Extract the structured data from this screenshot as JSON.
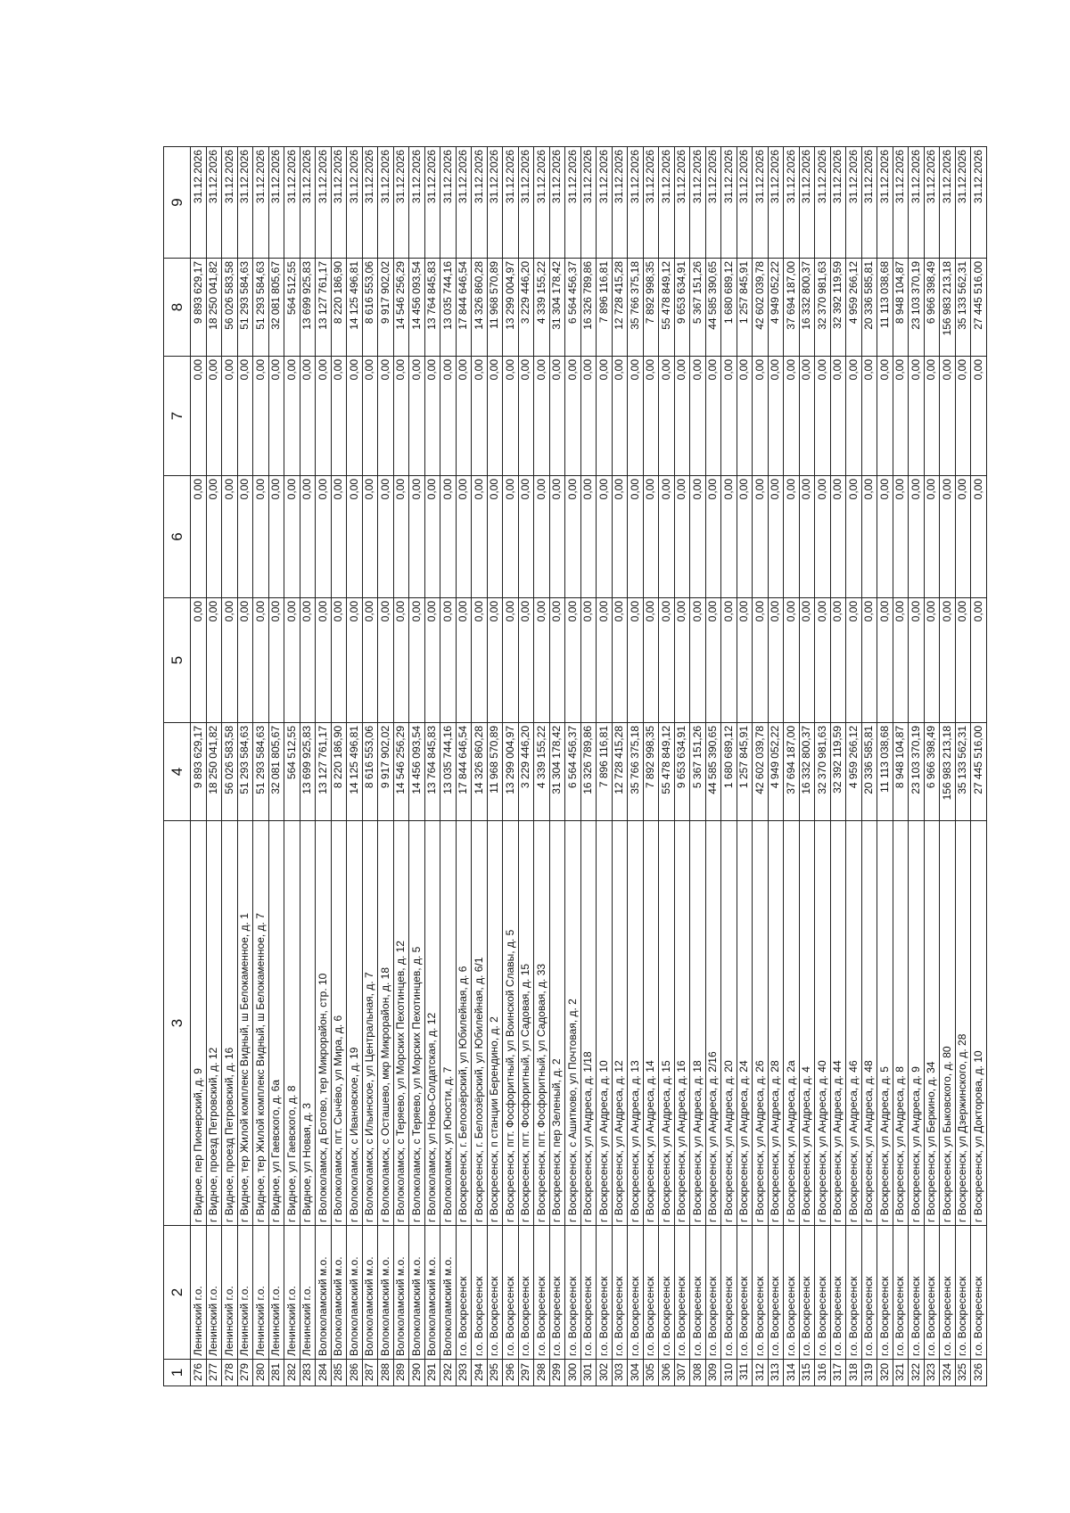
{
  "headers": [
    "1",
    "2",
    "3",
    "4",
    "5",
    "6",
    "7",
    "8",
    "9"
  ],
  "rows": [
    [
      "276",
      "Ленинский г.о.",
      "г Видное, пер Пионерский, д. 9",
      "9 893 629,17",
      "0,00",
      "0,00",
      "0,00",
      "9 893 629,17",
      "31.12.2026"
    ],
    [
      "277",
      "Ленинский г.о.",
      "г Видное, проезд Петровский, д. 12",
      "18 250 041,82",
      "0,00",
      "0,00",
      "0,00",
      "18 250 041,82",
      "31.12.2026"
    ],
    [
      "278",
      "Ленинский г.о.",
      "г Видное, проезд Петровский, д. 16",
      "56 026 583,58",
      "0,00",
      "0,00",
      "0,00",
      "56 026 583,58",
      "31.12.2026"
    ],
    [
      "279",
      "Ленинский г.о.",
      "г Видное, тер Жилой комплекс Видный, ш Белокаменное, д. 1",
      "51 293 584,63",
      "0,00",
      "0,00",
      "0,00",
      "51 293 584,63",
      "31.12.2026"
    ],
    [
      "280",
      "Ленинский г.о.",
      "г Видное, тер Жилой комплекс Видный, ш Белокаменное, д. 7",
      "51 293 584,63",
      "0,00",
      "0,00",
      "0,00",
      "51 293 584,63",
      "31.12.2026"
    ],
    [
      "281",
      "Ленинский г.о.",
      "г Видное, ул Гаевского, д. 6а",
      "32 081 805,67",
      "0,00",
      "0,00",
      "0,00",
      "32 081 805,67",
      "31.12.2026"
    ],
    [
      "282",
      "Ленинский г.о.",
      "г Видное, ул Гаевского, д. 8",
      "564 512,55",
      "0,00",
      "0,00",
      "0,00",
      "564 512,55",
      "31.12.2026"
    ],
    [
      "283",
      "Ленинский г.о.",
      "г Видное, ул Новая, д. 3",
      "13 699 925,83",
      "0,00",
      "0,00",
      "0,00",
      "13 699 925,83",
      "31.12.2026"
    ],
    [
      "284",
      "Волоколамский м.о.",
      "г Волоколамск, д Ботово, тер Микрорайон, стр. 10",
      "13 127 761,17",
      "0,00",
      "0,00",
      "0,00",
      "13 127 761,17",
      "31.12.2026"
    ],
    [
      "285",
      "Волоколамский м.о.",
      "г Волоколамск, пгт. Сычёво, ул Мира, д. 6",
      "8 220 186,90",
      "0,00",
      "0,00",
      "0,00",
      "8 220 186,90",
      "31.12.2026"
    ],
    [
      "286",
      "Волоколамский м.о.",
      "г Волоколамск, с Ивановское, д. 19",
      "14 125 496,81",
      "0,00",
      "0,00",
      "0,00",
      "14 125 496,81",
      "31.12.2026"
    ],
    [
      "287",
      "Волоколамский м.о.",
      "г Волоколамск, с Ильинское, ул Центральная, д. 7",
      "8 616 553,06",
      "0,00",
      "0,00",
      "0,00",
      "8 616 553,06",
      "31.12.2026"
    ],
    [
      "288",
      "Волоколамский м.о.",
      "г Волоколамск, с Осташево, мкр Микрорайон, д. 18",
      "9 917 902,02",
      "0,00",
      "0,00",
      "0,00",
      "9 917 902,02",
      "31.12.2026"
    ],
    [
      "289",
      "Волоколамский м.о.",
      "г Волоколамск, с Теряево, ул Морских Пехотинцев, д. 12",
      "14 546 256,29",
      "0,00",
      "0,00",
      "0,00",
      "14 546 256,29",
      "31.12.2026"
    ],
    [
      "290",
      "Волоколамский м.о.",
      "г Волоколамск, с Теряево, ул Морских Пехотинцев, д. 5",
      "14 456 093,54",
      "0,00",
      "0,00",
      "0,00",
      "14 456 093,54",
      "31.12.2026"
    ],
    [
      "291",
      "Волоколамский м.о.",
      "г Волоколамск, ул Ново-Солдатская, д. 12",
      "13 764 845,83",
      "0,00",
      "0,00",
      "0,00",
      "13 764 845,83",
      "31.12.2026"
    ],
    [
      "292",
      "Волоколамский м.о.",
      "г Волоколамск, ул Юности, д. 7",
      "13 035 744,16",
      "0,00",
      "0,00",
      "0,00",
      "13 035 744,16",
      "31.12.2026"
    ],
    [
      "293",
      "г.о. Воскресенск",
      "г Воскресенск, г. Белоозёрский, ул Юбилейная, д. 6",
      "17 844 646,54",
      "0,00",
      "0,00",
      "0,00",
      "17 844 646,54",
      "31.12.2026"
    ],
    [
      "294",
      "г.о. Воскресенск",
      "г Воскресенск, г. Белоозёрский, ул Юбилейная, д. 6/1",
      "14 326 860,28",
      "0,00",
      "0,00",
      "0,00",
      "14 326 860,28",
      "31.12.2026"
    ],
    [
      "295",
      "г.о. Воскресенск",
      "г Воскресенск, п станции Берендино, д. 2",
      "11 968 570,89",
      "0,00",
      "0,00",
      "0,00",
      "11 968 570,89",
      "31.12.2026"
    ],
    [
      "296",
      "г.о. Воскресенск",
      "г Воскресенск, пгт. Фосфоритный, ул Воинской Славы, д. 5",
      "13 299 004,97",
      "0,00",
      "0,00",
      "0,00",
      "13 299 004,97",
      "31.12.2026"
    ],
    [
      "297",
      "г.о. Воскресенск",
      "г Воскресенск, пгт. Фосфоритный, ул Садовая, д. 15",
      "3 229 446,20",
      "0,00",
      "0,00",
      "0,00",
      "3 229 446,20",
      "31.12.2026"
    ],
    [
      "298",
      "г.о. Воскресенск",
      "г Воскресенск, пгт. Фосфоритный, ул Садовая, д. 33",
      "4 339 155,22",
      "0,00",
      "0,00",
      "0,00",
      "4 339 155,22",
      "31.12.2026"
    ],
    [
      "299",
      "г.о. Воскресенск",
      "г Воскресенск, пер Зеленый, д. 2",
      "31 304 178,42",
      "0,00",
      "0,00",
      "0,00",
      "31 304 178,42",
      "31.12.2026"
    ],
    [
      "300",
      "г.о. Воскресенск",
      "г Воскресенск, с Ашитково, ул Почтовая, д. 2",
      "6 564 456,37",
      "0,00",
      "0,00",
      "0,00",
      "6 564 456,37",
      "31.12.2026"
    ],
    [
      "301",
      "г.о. Воскресенск",
      "г Воскресенск, ул Андреса, д. 1/18",
      "16 326 789,86",
      "0,00",
      "0,00",
      "0,00",
      "16 326 789,86",
      "31.12.2026"
    ],
    [
      "302",
      "г.о. Воскресенск",
      "г Воскресенск, ул Андреса, д. 10",
      "7 896 116,81",
      "0,00",
      "0,00",
      "0,00",
      "7 896 116,81",
      "31.12.2026"
    ],
    [
      "303",
      "г.о. Воскресенск",
      "г Воскресенск, ул Андреса, д. 12",
      "12 728 415,28",
      "0,00",
      "0,00",
      "0,00",
      "12 728 415,28",
      "31.12.2026"
    ],
    [
      "304",
      "г.о. Воскресенск",
      "г Воскресенск, ул Андреса, д. 13",
      "35 766 375,18",
      "0,00",
      "0,00",
      "0,00",
      "35 766 375,18",
      "31.12.2026"
    ],
    [
      "305",
      "г.о. Воскресенск",
      "г Воскресенск, ул Андреса, д. 14",
      "7 892 998,35",
      "0,00",
      "0,00",
      "0,00",
      "7 892 998,35",
      "31.12.2026"
    ],
    [
      "306",
      "г.о. Воскресенск",
      "г Воскресенск, ул Андреса, д. 15",
      "55 478 849,12",
      "0,00",
      "0,00",
      "0,00",
      "55 478 849,12",
      "31.12.2026"
    ],
    [
      "307",
      "г.о. Воскресенск",
      "г Воскресенск, ул Андреса, д. 16",
      "9 653 634,91",
      "0,00",
      "0,00",
      "0,00",
      "9 653 634,91",
      "31.12.2026"
    ],
    [
      "308",
      "г.о. Воскресенск",
      "г Воскресенск, ул Андреса, д. 18",
      "5 367 151,26",
      "0,00",
      "0,00",
      "0,00",
      "5 367 151,26",
      "31.12.2026"
    ],
    [
      "309",
      "г.о. Воскресенск",
      "г Воскресенск, ул Андреса, д. 2/16",
      "44 585 390,65",
      "0,00",
      "0,00",
      "0,00",
      "44 585 390,65",
      "31.12.2026"
    ],
    [
      "310",
      "г.о. Воскресенск",
      "г Воскресенск, ул Андреса, д. 20",
      "1 680 689,12",
      "0,00",
      "0,00",
      "0,00",
      "1 680 689,12",
      "31.12.2026"
    ],
    [
      "311",
      "г.о. Воскресенск",
      "г Воскресенск, ул Андреса, д. 24",
      "1 257 845,91",
      "0,00",
      "0,00",
      "0,00",
      "1 257 845,91",
      "31.12.2026"
    ],
    [
      "312",
      "г.о. Воскресенск",
      "г Воскресенск, ул Андреса, д. 26",
      "42 602 039,78",
      "0,00",
      "0,00",
      "0,00",
      "42 602 039,78",
      "31.12.2026"
    ],
    [
      "313",
      "г.о. Воскресенск",
      "г Воскресенск, ул Андреса, д. 28",
      "4 949 052,22",
      "0,00",
      "0,00",
      "0,00",
      "4 949 052,22",
      "31.12.2026"
    ],
    [
      "314",
      "г.о. Воскресенск",
      "г Воскресенск, ул Андреса, д. 2а",
      "37 694 187,00",
      "0,00",
      "0,00",
      "0,00",
      "37 694 187,00",
      "31.12.2026"
    ],
    [
      "315",
      "г.о. Воскресенск",
      "г Воскресенск, ул Андреса, д. 4",
      "16 332 800,37",
      "0,00",
      "0,00",
      "0,00",
      "16 332 800,37",
      "31.12.2026"
    ],
    [
      "316",
      "г.о. Воскресенск",
      "г Воскресенск, ул Андреса, д. 40",
      "32 370 981,63",
      "0,00",
      "0,00",
      "0,00",
      "32 370 981,63",
      "31.12.2026"
    ],
    [
      "317",
      "г.о. Воскресенск",
      "г Воскресенск, ул Андреса, д. 44",
      "32 392 119,59",
      "0,00",
      "0,00",
      "0,00",
      "32 392 119,59",
      "31.12.2026"
    ],
    [
      "318",
      "г.о. Воскресенск",
      "г Воскресенск, ул Андреса, д. 46",
      "4 959 266,12",
      "0,00",
      "0,00",
      "0,00",
      "4 959 266,12",
      "31.12.2026"
    ],
    [
      "319",
      "г.о. Воскресенск",
      "г Воскресенск, ул Андреса, д. 48",
      "20 336 585,81",
      "0,00",
      "0,00",
      "0,00",
      "20 336 585,81",
      "31.12.2026"
    ],
    [
      "320",
      "г.о. Воскресенск",
      "г Воскресенск, ул Андреса, д. 5",
      "11 113 038,68",
      "0,00",
      "0,00",
      "0,00",
      "11 113 038,68",
      "31.12.2026"
    ],
    [
      "321",
      "г.о. Воскресенск",
      "г Воскресенск, ул Андреса, д. 8",
      "8 948 104,87",
      "0,00",
      "0,00",
      "0,00",
      "8 948 104,87",
      "31.12.2026"
    ],
    [
      "322",
      "г.о. Воскресенск",
      "г Воскресенск, ул Андреса, д. 9",
      "23 103 370,19",
      "0,00",
      "0,00",
      "0,00",
      "23 103 370,19",
      "31.12.2026"
    ],
    [
      "323",
      "г.о. Воскресенск",
      "г Воскресенск, ул Беркино, д. 34",
      "6 966 398,49",
      "0,00",
      "0,00",
      "0,00",
      "6 966 398,49",
      "31.12.2026"
    ],
    [
      "324",
      "г.о. Воскресенск",
      "г Воскресенск, ул Быковского, д. 80",
      "156 983 213,18",
      "0,00",
      "0,00",
      "0,00",
      "156 983 213,18",
      "31.12.2026"
    ],
    [
      "325",
      "г.о. Воскресенск",
      "г Воскресенск, ул Дзержинского, д. 28",
      "35 133 562,31",
      "0,00",
      "0,00",
      "0,00",
      "35 133 562,31",
      "31.12.2026"
    ],
    [
      "326",
      "г.о. Воскресенск",
      "г Воскресенск, ул Докторова, д. 10",
      "27 445 516,00",
      "0,00",
      "0,00",
      "0,00",
      "27 445 516,00",
      "31.12.2026"
    ]
  ]
}
